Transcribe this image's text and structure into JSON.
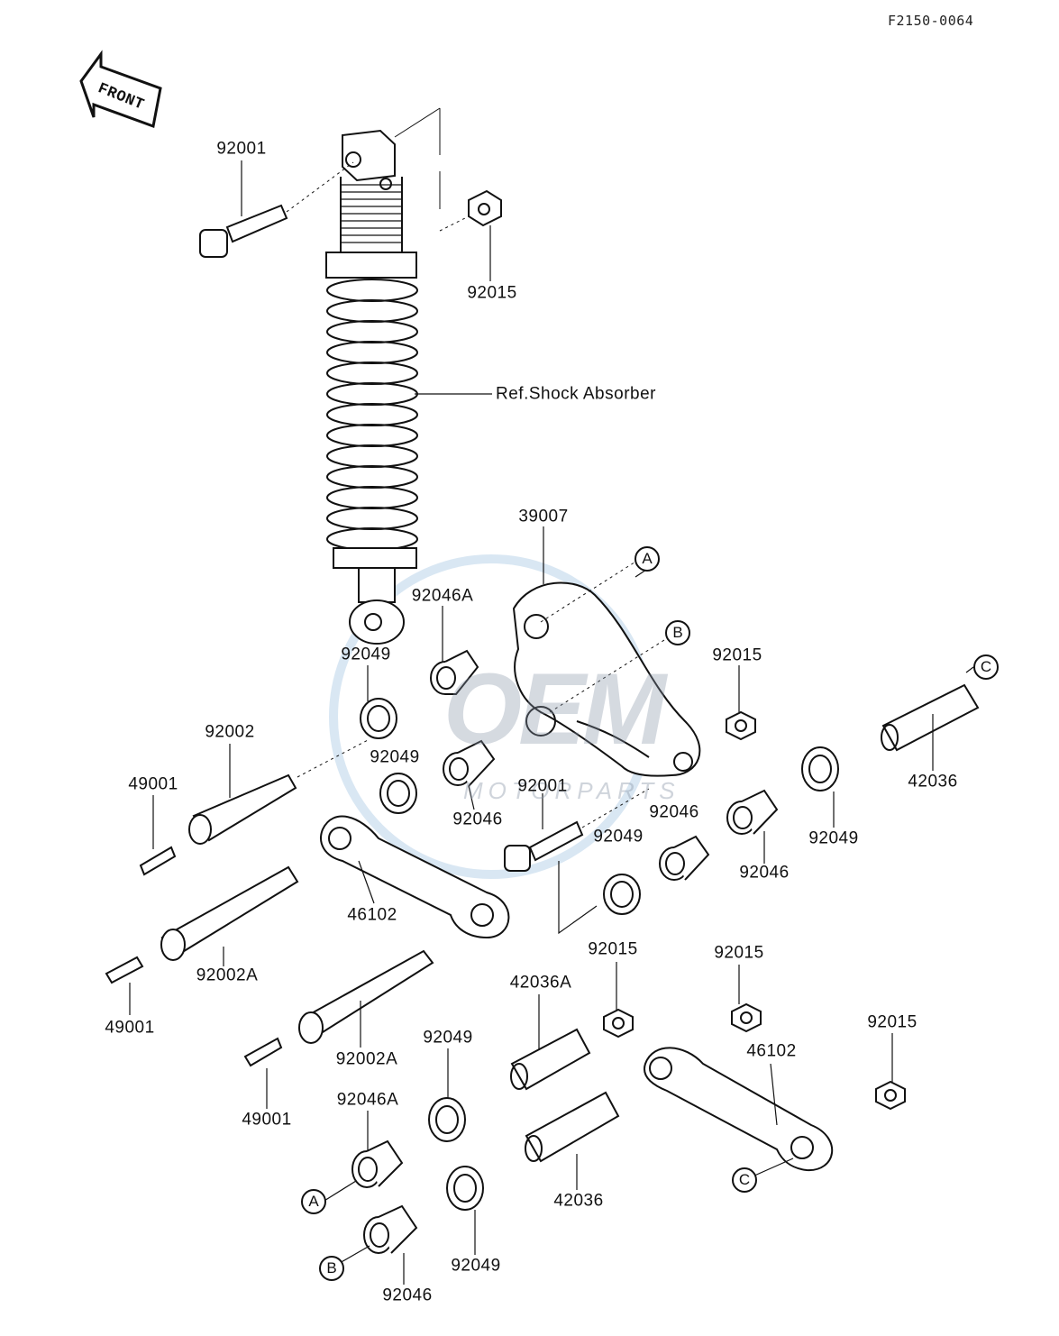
{
  "diagram_id": "F2150-0064",
  "front_arrow_label": "FRONT",
  "watermark": {
    "brand": "OEM",
    "sub": "MOTORPARTS"
  },
  "reference_label": "Ref.Shock Absorber",
  "callouts": {
    "a": "A",
    "b": "B",
    "c": "C"
  },
  "parts": [
    "92001",
    "92015",
    "39007",
    "92046A",
    "92049",
    "92015",
    "92002",
    "92049",
    "49001",
    "92046",
    "92001",
    "92046",
    "92049",
    "42036",
    "92049",
    "92046",
    "46102",
    "92002A",
    "49001",
    "92015",
    "92015",
    "42036A",
    "92049",
    "92002A",
    "92015",
    "46102",
    "49001",
    "92046A",
    "42036",
    "92049",
    "92046"
  ],
  "colors": {
    "line": "#111111",
    "watermark": "#8a96a8",
    "watermark_circle": "#9fc3e0"
  }
}
